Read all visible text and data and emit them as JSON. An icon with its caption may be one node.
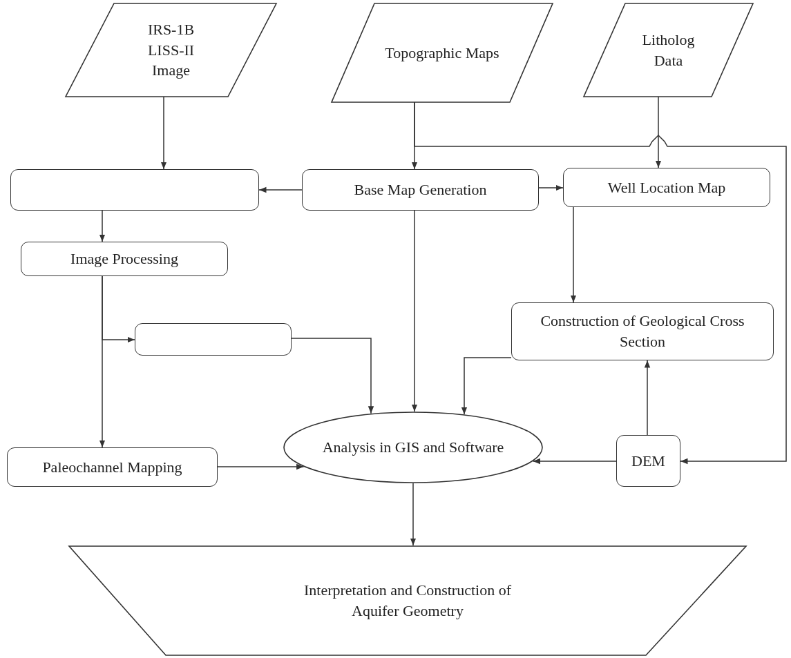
{
  "diagram": {
    "nodes": [
      {
        "text": [
          "IRS-1B LISS-II Image"
        ]
      },
      {
        "text": [
          "Topographic Maps"
        ]
      },
      {
        "text": [
          "Litholog Data"
        ]
      },
      {
        "text": [],
        "shape": "box"
      },
      {
        "text": [
          "Base Map Generation"
        ]
      },
      {
        "text": [
          "Well Location Map"
        ]
      },
      {
        "text": [
          "Image Processing"
        ]
      },
      {
        "text": [],
        "shape": "box"
      },
      {
        "text": [
          "Construction of Geological Cross Section"
        ]
      },
      {
        "text": [
          "Paleochannel Mapping"
        ]
      },
      {
        "text": [
          "Analysis in GIS and Software"
        ]
      },
      {
        "text": [
          "DEM"
        ]
      },
      {
        "text": [
          "Interpretation and Construction of Aquifer Geometry"
        ]
      }
    ],
    "edges": [
      {
        "from": 0,
        "to": 3,
        "arrow": "to"
      },
      {
        "from": 1,
        "to": 4,
        "arrow": "to"
      },
      {
        "from": 1,
        "to": 11,
        "arrow": "to"
      },
      {
        "from": 2,
        "to": 5,
        "arrow": "to"
      },
      {
        "from": 4,
        "to": 3,
        "arrow": "to"
      },
      {
        "from": 4,
        "to": 5,
        "arrow": "to"
      },
      {
        "from": 4,
        "to": 10,
        "arrow": "to"
      },
      {
        "from": 3,
        "to": 6,
        "arrow": "to"
      },
      {
        "from": 6,
        "to": 9,
        "arrow": "to"
      },
      {
        "from": 6,
        "to": 7,
        "arrow": "to"
      },
      {
        "from": 7,
        "to": 10,
        "arrow": "to"
      },
      {
        "from": 5,
        "to": 8,
        "arrow": "to"
      },
      {
        "from": 8,
        "to": 10,
        "arrow": "to"
      },
      {
        "from": 11,
        "to": 8,
        "arrow": "to"
      },
      {
        "from": 11,
        "to": 10,
        "arrow": "to"
      },
      {
        "from": 9,
        "to": 10,
        "arrow": "to"
      },
      {
        "from": 10,
        "to": 12,
        "arrow": "to"
      }
    ]
  }
}
